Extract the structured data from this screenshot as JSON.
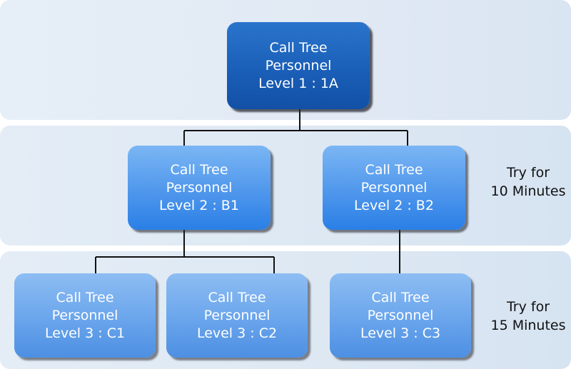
{
  "nodes": {
    "level1_a": {
      "line1": "Call Tree",
      "line2": "Personnel",
      "line3": "Level 1 : 1A"
    },
    "level2_b1": {
      "line1": "Call Tree",
      "line2": "Personnel",
      "line3": "Level 2 : B1"
    },
    "level2_b2": {
      "line1": "Call Tree",
      "line2": "Personnel",
      "line3": "Level 2 : B2"
    },
    "level3_c1": {
      "line1": "Call Tree",
      "line2": "Personnel",
      "line3": "Level 3 : C1"
    },
    "level3_c2": {
      "line1": "Call Tree",
      "line2": "Personnel",
      "line3": "Level 3 : C2"
    },
    "level3_c3": {
      "line1": "Call Tree",
      "line2": "Personnel",
      "line3": "Level 3 : C3"
    }
  },
  "notes": {
    "level2": {
      "line1": "Try for",
      "line2": "10 Minutes"
    },
    "level3": {
      "line1": "Try for",
      "line2": "15 Minutes"
    }
  },
  "colors": {
    "level1_fill": "#1a5fb8",
    "level2_fill": "#4f97ec",
    "level3_fill": "#6aa5ec",
    "band_fill": "#e1e9f4",
    "connector": "#111111"
  }
}
